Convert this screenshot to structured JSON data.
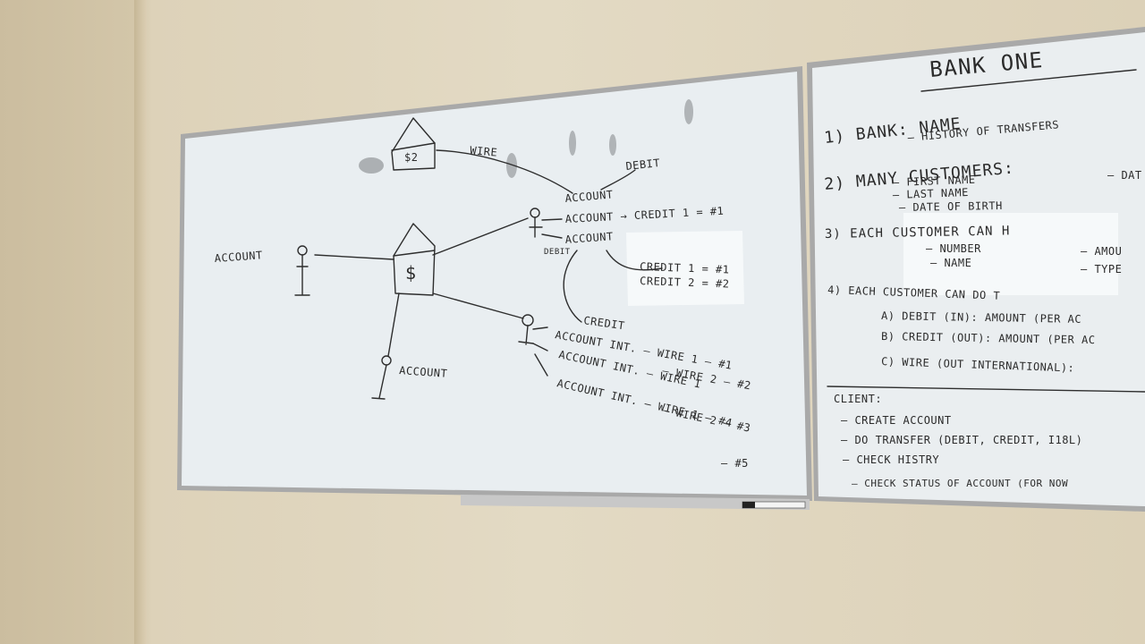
{
  "left_board": {
    "account_left": "ACCOUNT",
    "bank2_label": "$2",
    "wire": "WIRE",
    "debit": "DEBIT",
    "account_top": "ACCOUNT",
    "bank_symbol": "$",
    "account_credit1": "ACCOUNT → CREDIT 1 = #1",
    "account_debit": "ACCOUNT",
    "debit_small": "DEBIT",
    "credit1": "CREDIT 1 = #1",
    "credit2": "CREDIT 2 = #2",
    "credit_lbl": "CREDIT",
    "account_bottom": "ACCOUNT",
    "int_row1": "ACCOUNT INT. – WIRE 1   – #1",
    "int_row1b": "– WIRE 2   – #2",
    "int_row2": "ACCOUNT INT. – WIRE 1",
    "int_row2b": "– WIRE 2   – #3",
    "int_row3": "ACCOUNT INT. – WIRE 1   – #4",
    "int_row3b": "– #5"
  },
  "right_board": {
    "title": "BANK ONE",
    "item1": "1) BANK: NAME",
    "item1a": "– HISTORY OF TRANSFERS",
    "item2": "2) MANY CUSTOMERS:",
    "item2a": "– FIRST NAME",
    "item2b": "– LAST NAME",
    "item2c": "– DATE OF BIRTH",
    "item2d": "– DAT",
    "item3": "3) EACH CUSTOMER  CAN  H",
    "item3a": "– NUMBER",
    "item3b": "– NAME",
    "item3c": "– AMOU",
    "item3d": "– TYPE",
    "item4": "4) EACH CUSTOMER  CAN  DO  T",
    "item4a": "A) DEBIT (IN): AMOUNT (PER AC",
    "item4b": "B) CREDIT (OUT): AMOUNT (PER AC",
    "item4c": "C) WIRE (OUT INTERNATIONAL):",
    "client": "CLIENT:",
    "client1": "– CREATE ACCOUNT",
    "client2": "– DO TRANSFER (DEBIT, CREDIT, I18L)",
    "client3": "– CHECK HISTRY",
    "client4": "– CHECK STATUS OF ACCOUNT (FOR NOW"
  }
}
